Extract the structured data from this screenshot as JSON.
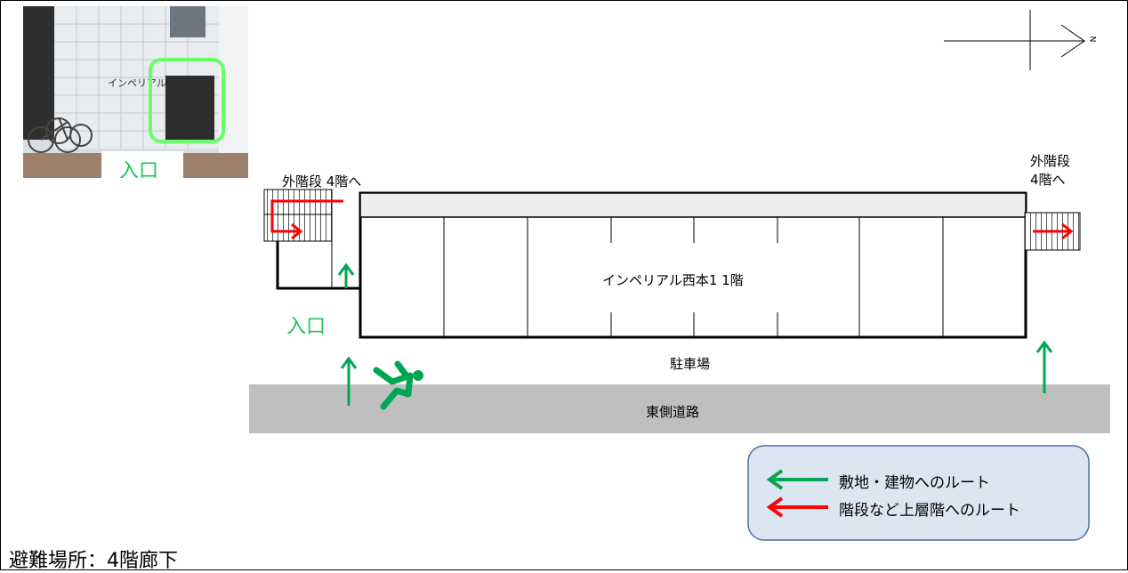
{
  "photo": {
    "sign_text": "インペリアル",
    "entrance_label": "入口"
  },
  "compass": {
    "north_label": "N"
  },
  "stairs_left_label": "外階段  4階へ",
  "stairs_right_label_line1": "外階段",
  "stairs_right_label_line2": "4階へ",
  "building_label": "インペリアル西本1  1階",
  "entrance_label": "入口",
  "parking_label": "駐車場",
  "road_label": "東側道路",
  "legend": {
    "green_route": "敷地・建物へのルート",
    "red_route": "階段など上層階へのルート"
  },
  "evacuation_place": "避難場所：4階廊下",
  "colors": {
    "green": "#00a651",
    "red": "#ff0000",
    "road": "#bfbfbf",
    "legend_bg": "#dce6f2",
    "legend_border": "#4a6fa5",
    "photo_highlight": "#66ff66"
  },
  "icons": [
    "running-person-icon",
    "compass-north-icon",
    "route-arrow-icon"
  ]
}
